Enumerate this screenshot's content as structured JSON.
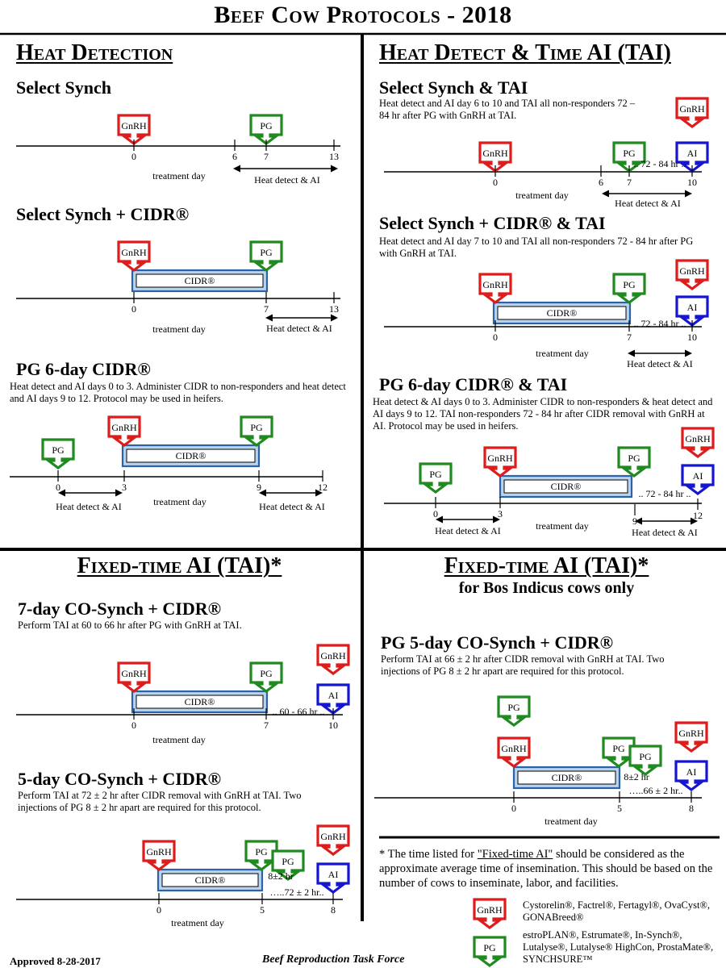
{
  "title": "Beef Cow Protocols - 2018",
  "colors": {
    "gnrh": "#dd1c1c",
    "pg": "#1f8a1f",
    "ai": "#1616d0",
    "cidr_fill": "#b9d4ec",
    "cidr_border": "#2a63a8"
  },
  "labels": {
    "gnrh": "GnRH",
    "pg": "PG",
    "ai": "AI",
    "cidr": "CIDR®",
    "treatment_day": "treatment day",
    "heat_detect": "Heat detect & AI",
    "interval_84": ".. 72 - 84 hr ..",
    "interval_66": ".. 60 - 66 hr ..",
    "interval_72": "…..72 ± 2 hr..",
    "interval_66b": "…..66 ± 2 hr..",
    "pg_gap": "8±2 hr"
  },
  "sections": {
    "heat_detection": "Heat Detection",
    "heat_detect_tai": "Heat Detect & Time AI (TAI)",
    "fixed_time": "Fixed-time AI (TAI)*",
    "fixed_time_bi": "Fixed-time AI (TAI)*",
    "fixed_time_bi_sub": "for Bos Indicus cows only"
  },
  "protocols": {
    "ss": {
      "title": "Select Synch",
      "desc": ""
    },
    "ssc": {
      "title": "Select Synch + CIDR®",
      "desc": ""
    },
    "pg6": {
      "title": "PG 6-day CIDR®",
      "desc": "Heat detect and AI days 0 to 3. Administer CIDR to non-responders and heat detect and AI days 9 to 12. Protocol may be used in heifers."
    },
    "sstai": {
      "title": "Select Synch & TAI",
      "desc": "Heat detect and AI day 6 to 10 and TAI all non-responders 72 – 84 hr after PG with GnRH at TAI."
    },
    "ssctai": {
      "title": "Select Synch + CIDR® & TAI",
      "desc": "Heat detect and AI day 7 to 10 and TAI all non-responders 72 - 84 hr after PG with GnRH at TAI."
    },
    "pg6tai": {
      "title": "PG 6-day CIDR® & TAI",
      "desc": "Heat detect & AI days 0 to 3. Administer CIDR to non-responders & heat detect and AI days 9 to 12. TAI non-responders 72 - 84 hr after CIDR removal with GnRH at AI. Protocol may be used in heifers."
    },
    "co7": {
      "title": "7-day CO-Synch + CIDR®",
      "desc": "Perform TAI at 60 to 66 hr after PG with GnRH at TAI."
    },
    "co5": {
      "title": "5-day CO-Synch + CIDR®",
      "desc": "Perform TAI at 72 ± 2 hr after CIDR removal with GnRH at TAI. Two injections of PG 8 ± 2 hr apart are required for this protocol."
    },
    "pg5": {
      "title": "PG 5-day CO-Synch + CIDR®",
      "desc": "Perform TAI at 66 ± 2 hr after CIDR removal with GnRH at TAI. Two injections of PG 8 ± 2 hr apart are required for this protocol."
    }
  },
  "footnote": {
    "prefix": "* The time listed for ",
    "term": "\"Fixed-time AI\"",
    "rest": " should be considered as the approximate average time of insemination. This should be based on the number of cows to inseminate, labor, and facilities."
  },
  "legend": {
    "gnrh_products": "Cystorelin®, Factrel®, Fertagyl®, OvaCyst®, GONABreed®",
    "pg_products": "estroPLAN®, Estrumate®, In-Synch®, Lutalyse®, Lutalyse® HighCon, ProstaMate®, SYNCHSURE™"
  },
  "footer": {
    "approved": "Approved 8-28-2017",
    "org": "Beef Reproduction Task Force"
  }
}
